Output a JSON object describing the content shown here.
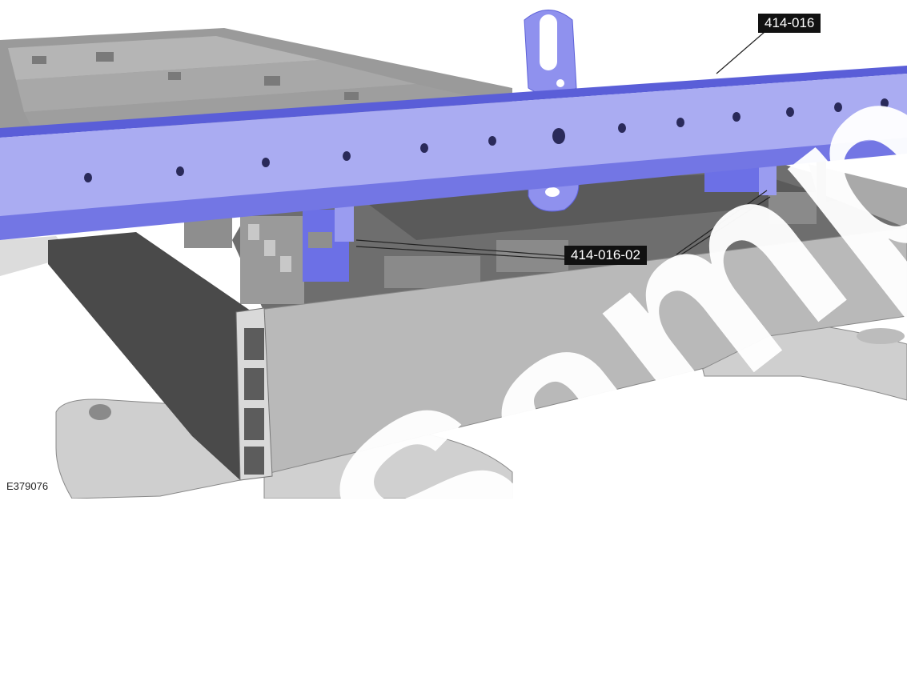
{
  "callouts": {
    "tool_main": "414-016",
    "tool_adapter": "414-016-02"
  },
  "figure_id": "E379076",
  "watermark": "Sample",
  "colors": {
    "lifting_beam": "#9a9cf0",
    "lifting_beam_dark": "#6a6ee0",
    "battery_tray": "#b8b8b8",
    "callout_bg": "#111111",
    "callout_text": "#ffffff"
  }
}
